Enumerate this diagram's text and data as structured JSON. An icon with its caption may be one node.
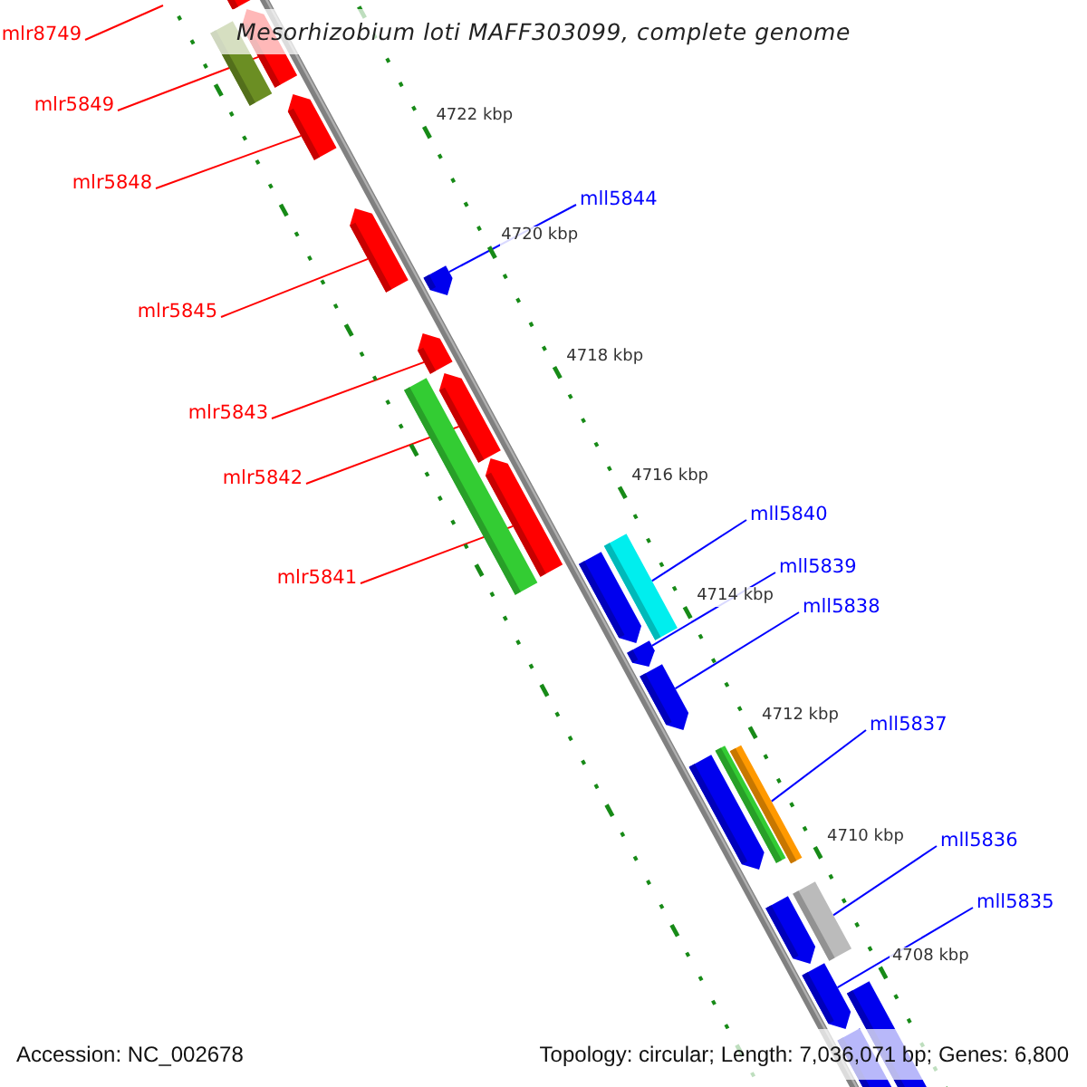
{
  "diagram": {
    "title": "Mesorhizobium loti MAFF303099, complete genome",
    "nodes": [
      {
        "text": [
          "mlr8749"
        ]
      },
      {
        "text": [
          "mlr5849"
        ]
      },
      {
        "text": [
          "mlr5848"
        ]
      },
      {
        "text": [
          "mll5844"
        ]
      },
      {
        "text": [
          "mlr5845"
        ]
      },
      {
        "text": [
          "mlr5843"
        ]
      },
      {
        "text": [
          "mlr5842"
        ]
      },
      {
        "text": [
          "mll5840"
        ]
      },
      {
        "text": [
          "mll5839"
        ]
      },
      {
        "text": [
          "mlr5841"
        ]
      },
      {
        "text": [
          "mll5838"
        ]
      },
      {
        "text": [
          "mll5837"
        ]
      },
      {
        "text": [
          "mll5836"
        ]
      },
      {
        "text": [
          "mll5835"
        ]
      },
      {
        "text": [],
        "shape": "bar"
      },
      {
        "text": [],
        "shape": "bar"
      },
      {
        "text": [],
        "shape": "bar"
      },
      {
        "text": [],
        "shape": "bar"
      },
      {
        "text": [],
        "shape": "bar"
      },
      {
        "text": [],
        "shape": "bar"
      },
      {
        "text": [],
        "shape": "bar"
      },
      {
        "text": [],
        "shape": "bar"
      },
      {
        "text": [],
        "shape": "bar"
      },
      {
        "text": [],
        "shape": "bar"
      },
      {
        "text": [],
        "shape": "bar"
      },
      {
        "text": [],
        "shape": "bar"
      },
      {
        "text": [],
        "shape": "bar"
      }
    ],
    "edges": [
      {
        "from": 0,
        "to": null,
        "arrow": "none",
        "color": "#ff0000"
      },
      {
        "from": 1,
        "to": 14,
        "arrow": "none",
        "color": "#ff0000"
      },
      {
        "from": 2,
        "to": 15,
        "arrow": "none",
        "color": "#ff0000"
      },
      {
        "from": 3,
        "to": 16,
        "arrow": "none",
        "color": "#0000ff"
      },
      {
        "from": 4,
        "to": 17,
        "arrow": "none",
        "color": "#ff0000"
      },
      {
        "from": 5,
        "to": 18,
        "arrow": "none",
        "color": "#ff0000"
      },
      {
        "from": 6,
        "to": 19,
        "arrow": "none",
        "color": "#ff0000"
      },
      {
        "from": 7,
        "to": 20,
        "arrow": "none",
        "color": "#0000ff"
      },
      {
        "from": 8,
        "to": 21,
        "arrow": "none",
        "color": "#0000ff"
      },
      {
        "from": 9,
        "to": 22,
        "arrow": "none",
        "color": "#ff0000"
      },
      {
        "from": 10,
        "to": 23,
        "arrow": "none",
        "color": "#0000ff"
      },
      {
        "from": 11,
        "to": 24,
        "arrow": "none",
        "color": "#0000ff"
      },
      {
        "from": 12,
        "to": 25,
        "arrow": "none",
        "color": "#0000ff"
      },
      {
        "from": 13,
        "to": 26,
        "arrow": "none",
        "color": "#0000ff"
      }
    ],
    "labels": [
      "4722 kbp",
      "4720 kbp",
      "4718 kbp",
      "4716 kbp",
      "4714 kbp",
      "4712 kbp",
      "4710 kbp",
      "4708 kbp",
      "Accession: NC_002678",
      "Topology: circular; Length: 7,036,071 bp; Genes: 6,800"
    ]
  }
}
